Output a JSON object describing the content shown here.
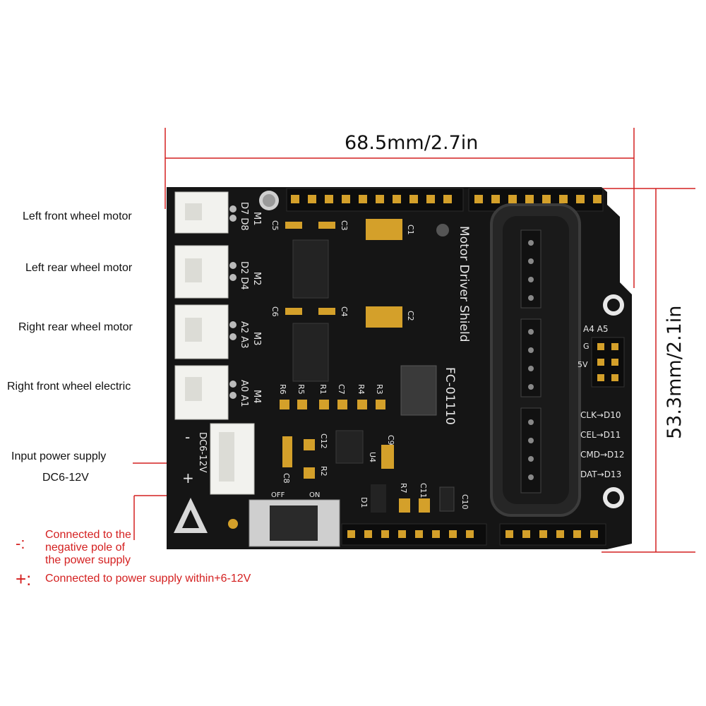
{
  "dimensions": {
    "width": "68.5mm/2.7in",
    "height": "53.3mm/2.1in"
  },
  "labels": {
    "left_front": "Left front wheel motor",
    "left_rear": "Left rear wheel motor",
    "right_rear": "Right rear wheel motor",
    "right_front": "Right front wheel electric",
    "input_power_1": "Input power supply",
    "input_power_2": "DC6-12V"
  },
  "legend": {
    "minus_symbol": "-:",
    "minus_text_1": "Connected to the",
    "minus_text_2": "negative pole of",
    "minus_text_3": "the power supply",
    "plus_symbol": "+:",
    "plus_text": "Connected to power supply within+6-12V"
  },
  "board": {
    "title": "Motor Driver Shield",
    "model": "FC-01110",
    "motors": [
      {
        "name": "M1",
        "pins": "D7 D8"
      },
      {
        "name": "M2",
        "pins": "D2 D4"
      },
      {
        "name": "M3",
        "pins": "A2 A3"
      },
      {
        "name": "M4",
        "pins": "A0 A1"
      }
    ],
    "caps_top": [
      "C5",
      "C3",
      "C1"
    ],
    "caps_mid": [
      "C6",
      "C4",
      "C2"
    ],
    "resistors": [
      "R6",
      "R5",
      "R1",
      "C7",
      "R4",
      "R3"
    ],
    "lower_parts": [
      "C12",
      "R2",
      "C8",
      "C9",
      "U4",
      "D1",
      "R7",
      "C11",
      "C10"
    ],
    "power_label": "DC6-12V",
    "power_signs": [
      "-",
      "+"
    ],
    "switch_off": "OFF",
    "switch_on": "ON",
    "ps2_pins": [
      "A4 A5",
      "G",
      "5V",
      "CLK→D10",
      "CEL→D11",
      "CMD→D12",
      "DAT→D13"
    ]
  },
  "colors": {
    "board": "#151515",
    "accent_red": "#d42020",
    "connector": "#f2f2ee",
    "gold": "#d4a02a"
  }
}
